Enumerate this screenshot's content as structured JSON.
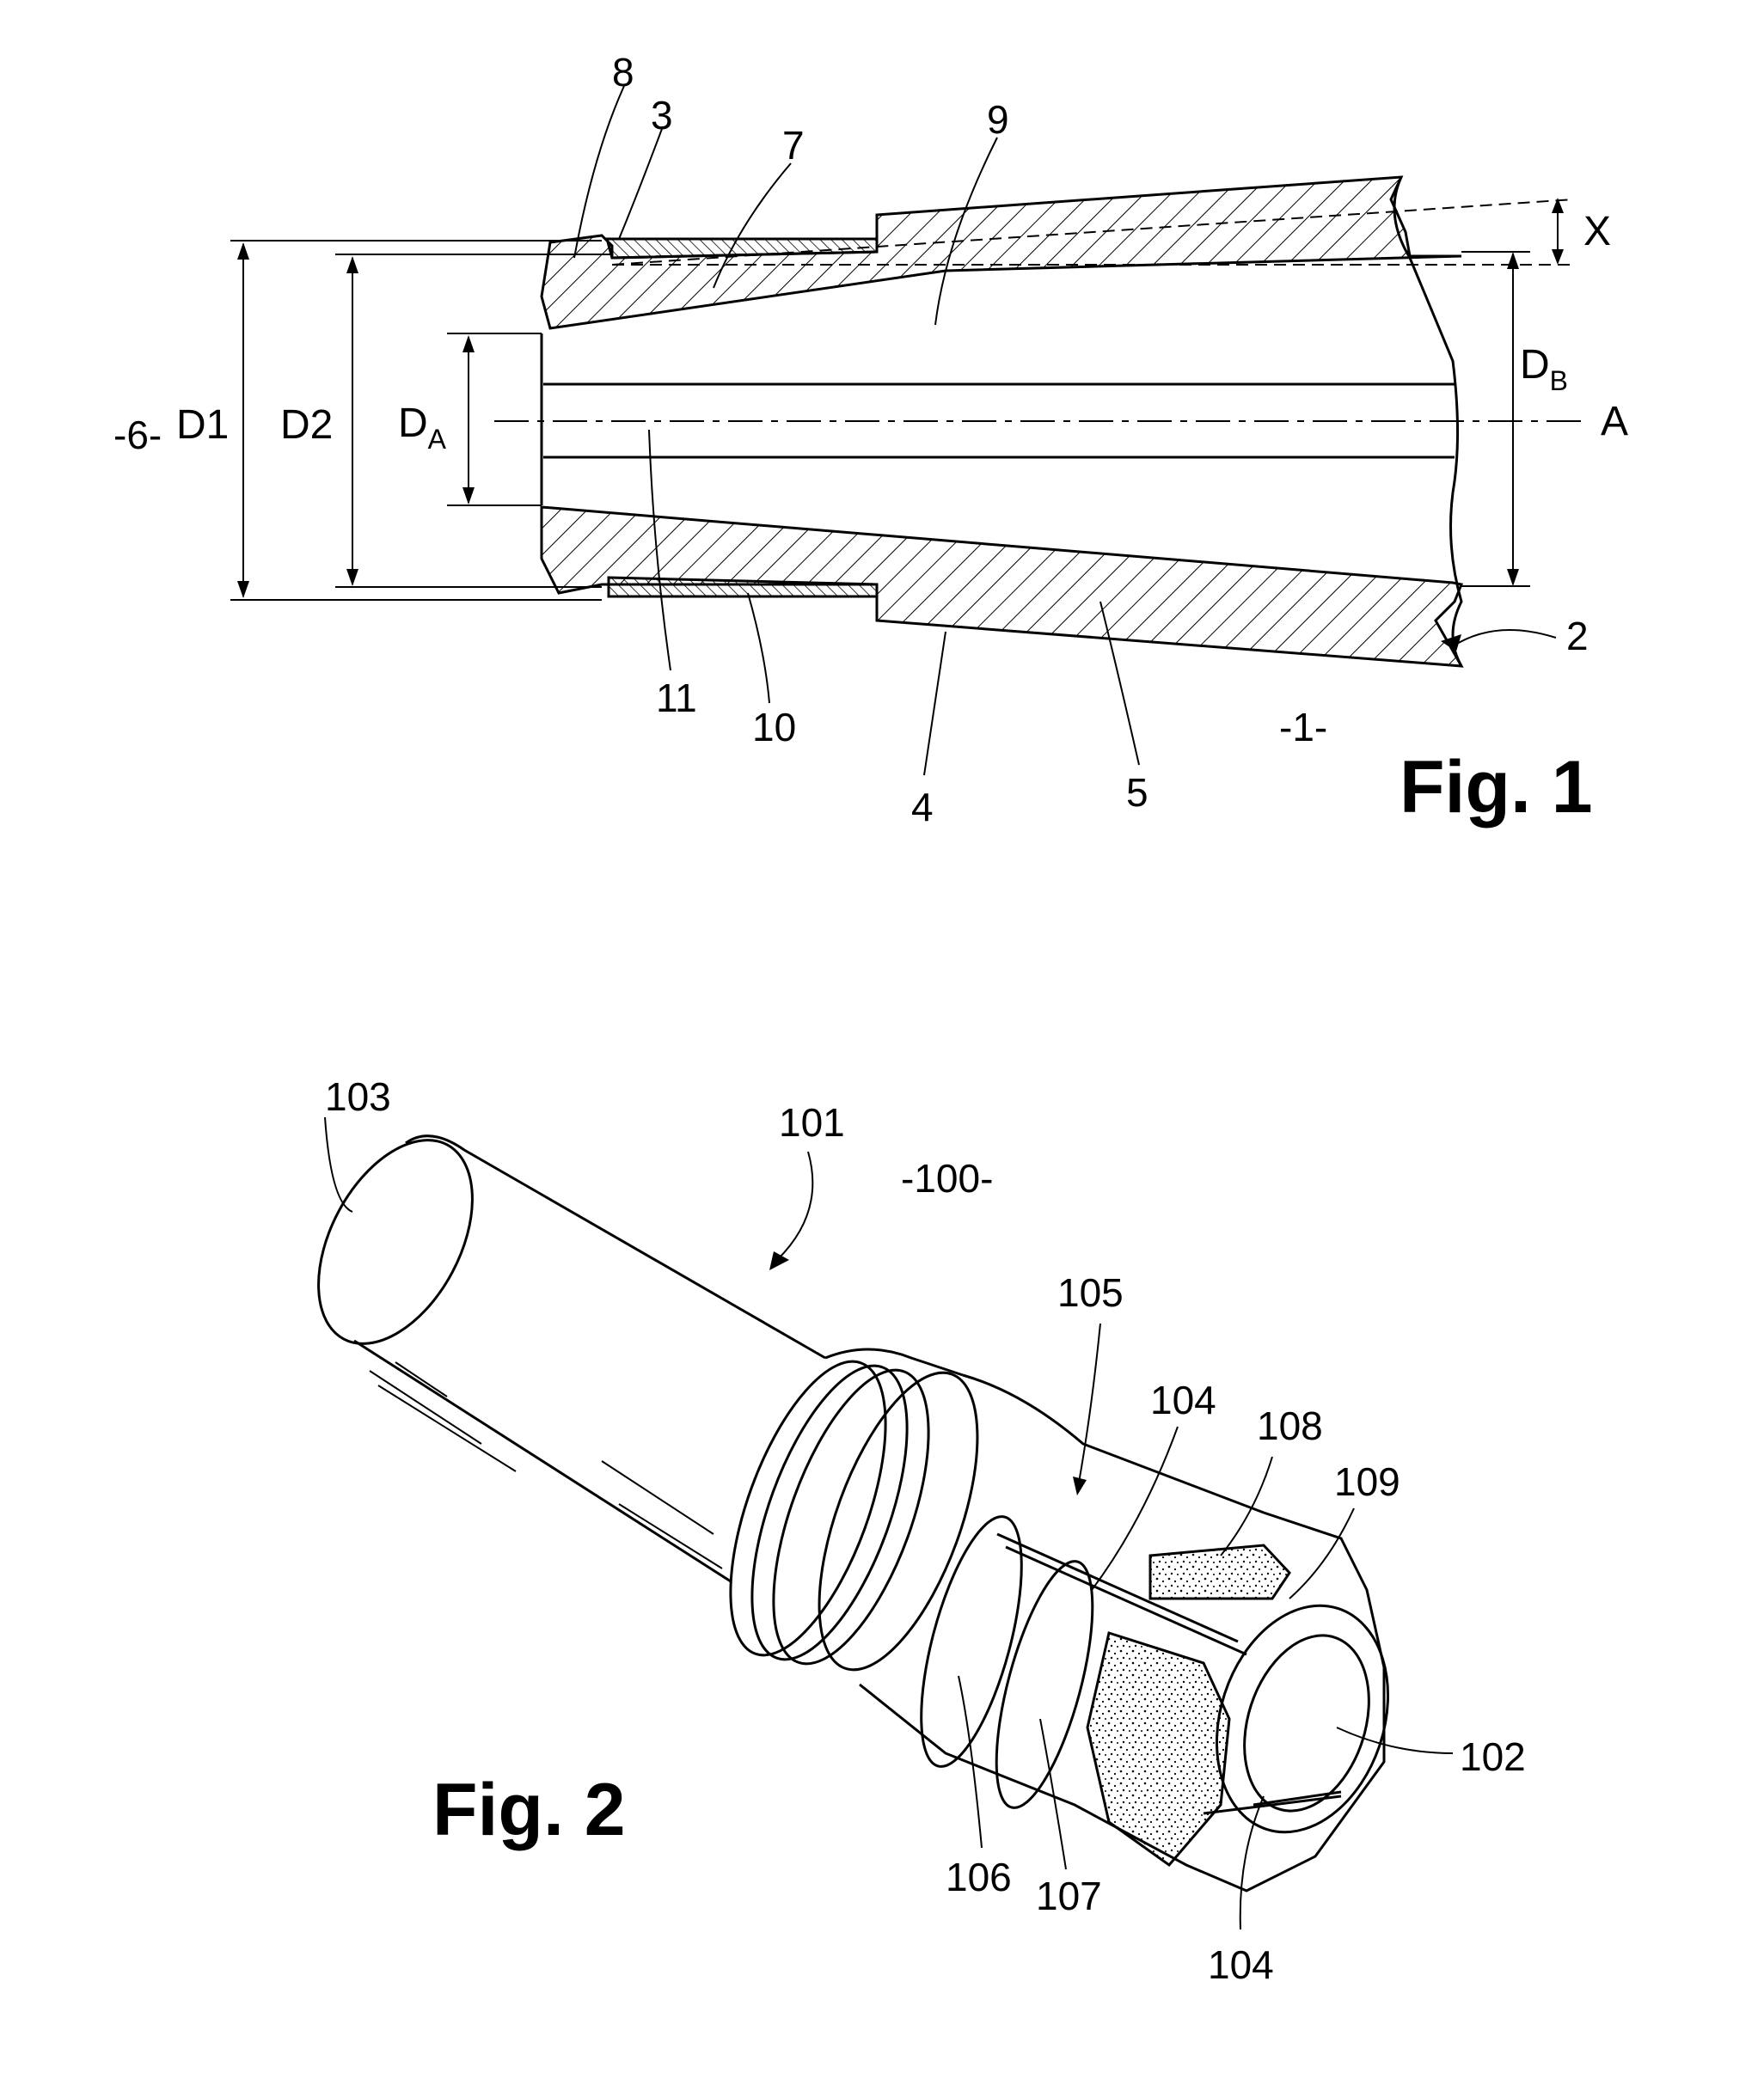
{
  "figure1": {
    "caption": "Fig. 1",
    "context_label": "-6-",
    "part_label": "-1-",
    "dimensions": {
      "d1": "D1",
      "d2": "D2",
      "da_main": "D",
      "da_sub": "A",
      "db_main": "D",
      "db_sub": "B",
      "x": "X",
      "axis": "A"
    },
    "refs": {
      "r8": "8",
      "r3": "3",
      "r7": "7",
      "r9": "9",
      "r2": "2",
      "r11": "11",
      "r10": "10",
      "r4": "4",
      "r5": "5"
    }
  },
  "figure2": {
    "caption": "Fig. 2",
    "assembly_label": "-100-",
    "refs": {
      "r103": "103",
      "r101": "101",
      "r105": "105",
      "r104a": "104",
      "r108": "108",
      "r109": "109",
      "r102": "102",
      "r106": "106",
      "r107": "107",
      "r104b": "104"
    }
  }
}
